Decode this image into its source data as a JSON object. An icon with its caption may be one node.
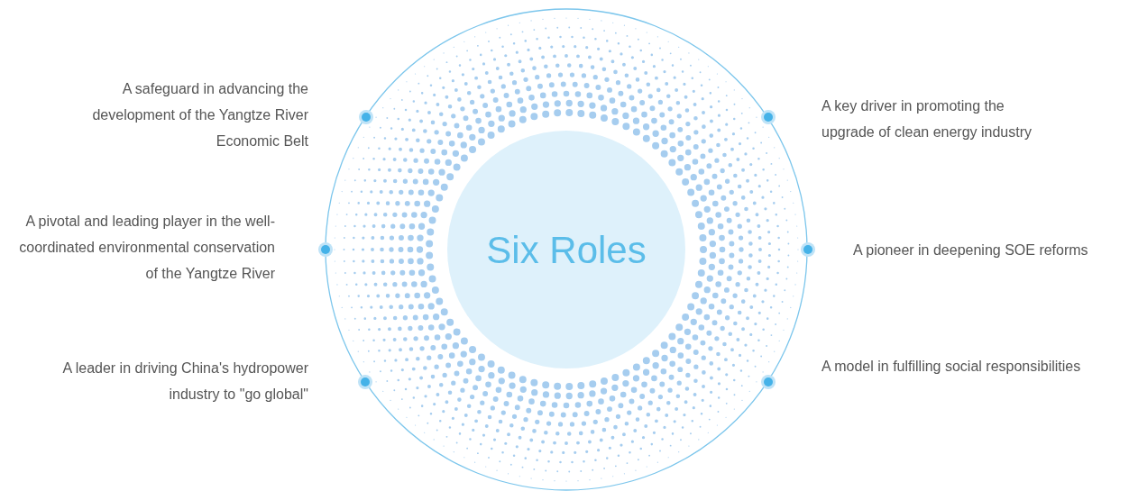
{
  "diagram": {
    "nodes": [
      {
        "text": [
          "Six Roles"
        ]
      }
    ],
    "labels": [
      "A safeguard in advancing the development of the Yangtze River Economic Belt",
      "A key driver in promoting the upgrade of clean energy industry",
      "A pivotal and leading player in the well-coordinated environmental conservation of the Yangtze River",
      "A pioneer in deepening SOE reforms",
      "A leader in driving China's hydropower industry to \"go global\"",
      "A model in fulfilling social responsibilities"
    ]
  }
}
